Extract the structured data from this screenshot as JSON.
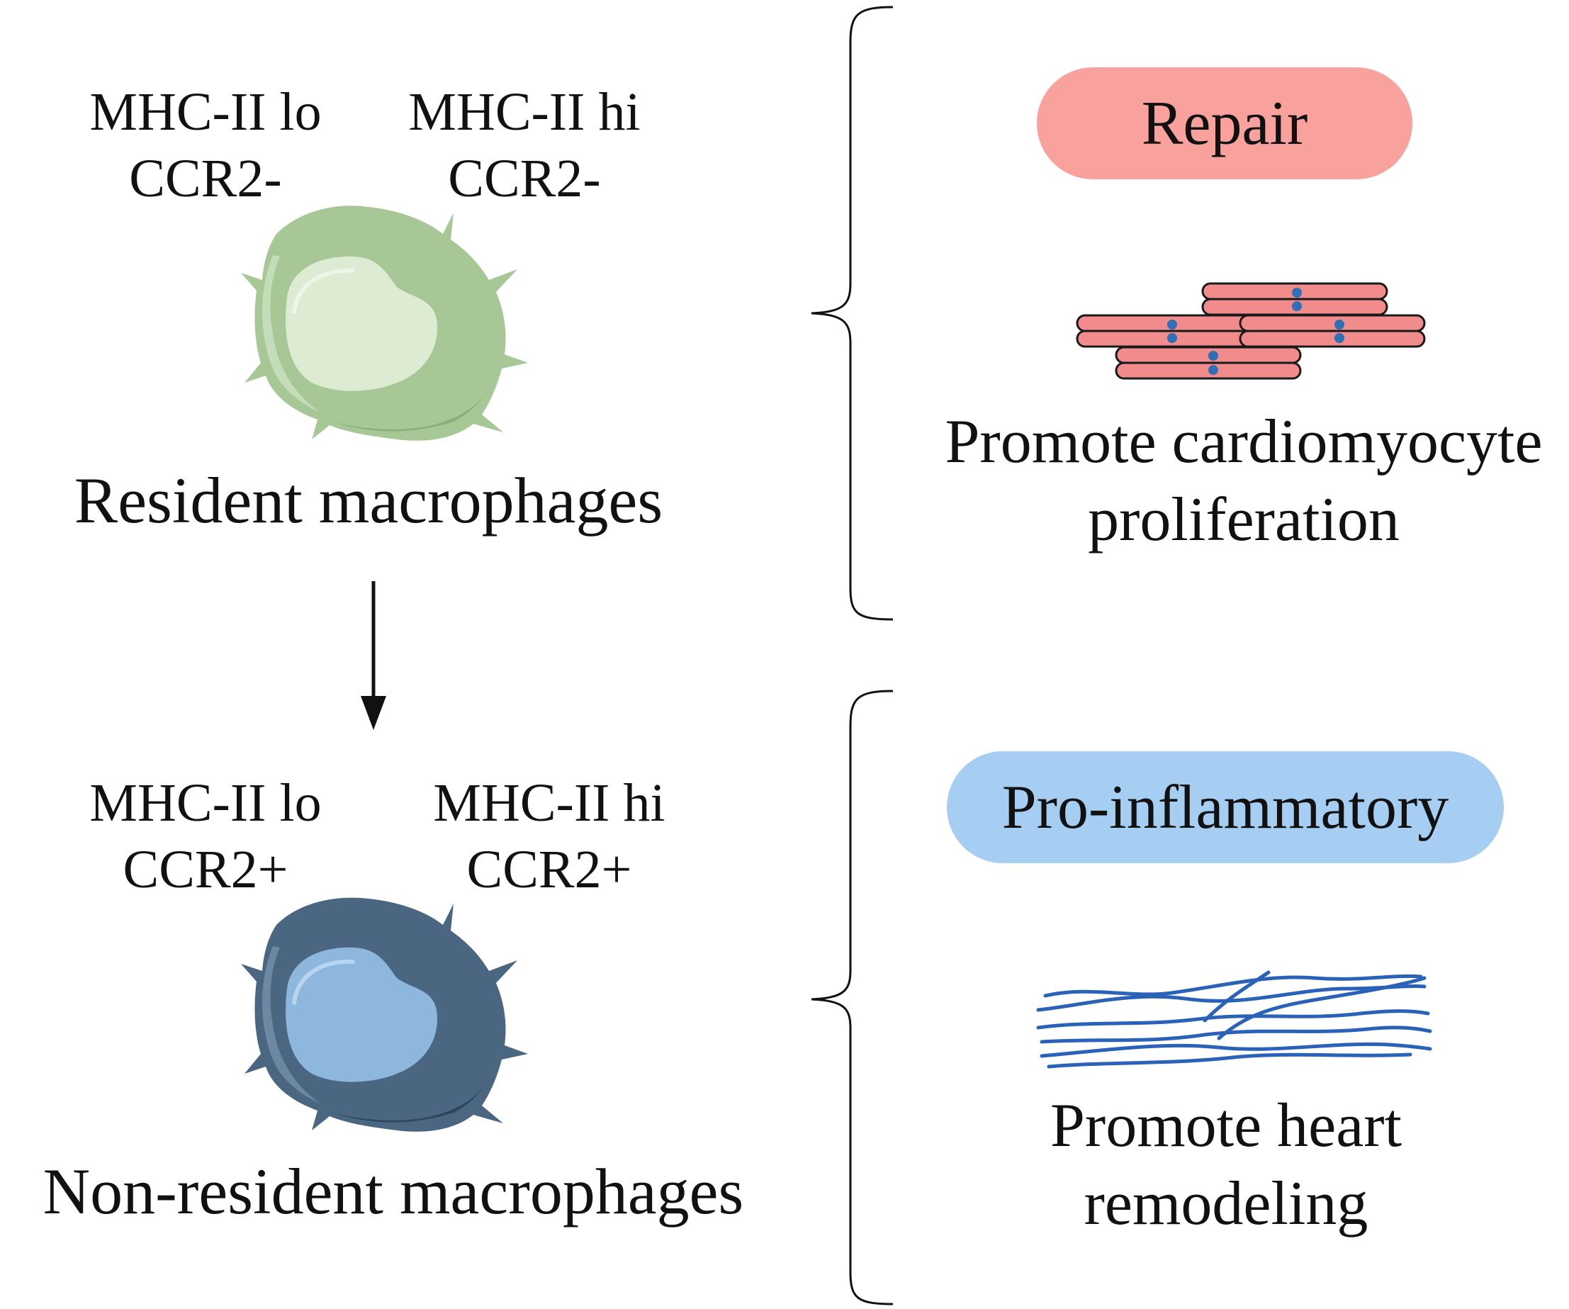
{
  "resident": {
    "marker_left": [
      "MHC-II lo",
      "CCR2-"
    ],
    "marker_right": [
      "MHC-II hi",
      "CCR2-"
    ],
    "title": "Resident macrophages",
    "cell_color": "#a7c896"
  },
  "non_resident": {
    "marker_left": [
      "MHC-II lo",
      "CCR2+"
    ],
    "marker_right": [
      "MHC-II hi",
      "CCR2+"
    ],
    "title": "Non-resident macrophages",
    "cell_color": "#4b6680"
  },
  "repair": {
    "label": "Repair",
    "color": "#f8a19d",
    "effect": [
      "Promote cardiomyocyte",
      "proliferation"
    ],
    "icon": "cardiomyocytes-icon"
  },
  "inflammatory": {
    "label": "Pro-inflammatory",
    "color": "#a6cdf2",
    "effect": [
      "Promote heart",
      "remodeling"
    ],
    "icon": "fibers-icon"
  }
}
